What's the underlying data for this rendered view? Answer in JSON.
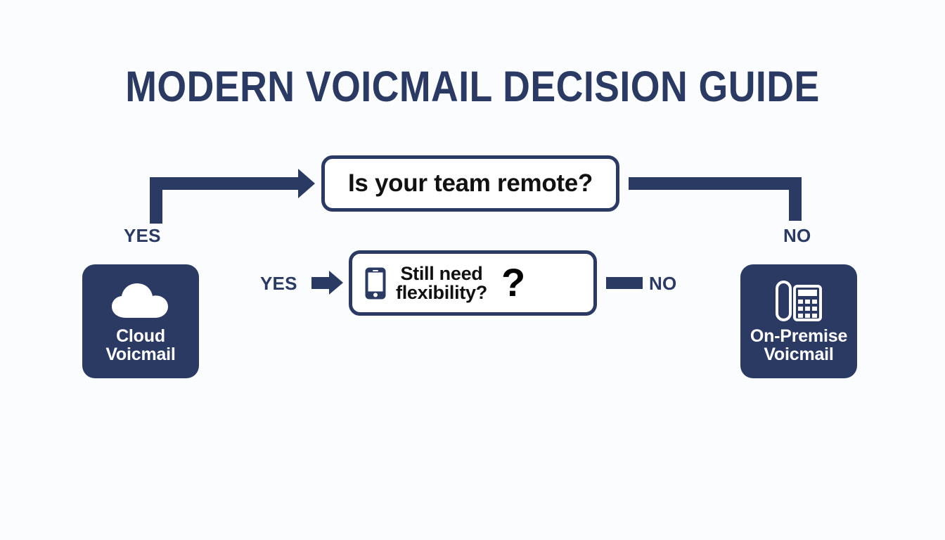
{
  "page": {
    "title": "MODERN VOICMAIL DECISION GUIDE",
    "background_color": "#fbfcfd",
    "accent_color": "#2b3a63",
    "text_color": "#111111"
  },
  "flow": {
    "decisions": [
      {
        "id": "is-team-remote",
        "question": "Is your team remote?"
      },
      {
        "id": "still-need-flexibility",
        "question_line1": "Still need",
        "question_line2": "flexibility?",
        "glyph": "?",
        "icon": "smartphone-icon"
      }
    ],
    "outcomes": [
      {
        "id": "cloud-voicmail",
        "label_line1": "Cloud",
        "label_line2": "Voicmail",
        "icon": "cloud-icon"
      },
      {
        "id": "on-premise-voicmail",
        "label_line1": "On-Premise",
        "label_line2": "Voicmail",
        "icon": "desk-phone-icon"
      }
    ],
    "edges": [
      {
        "id": "remote-yes",
        "label": "YES"
      },
      {
        "id": "remote-no",
        "label": "NO"
      },
      {
        "id": "flexibility-yes",
        "label": "YES"
      },
      {
        "id": "flexibility-no",
        "label": "NO"
      }
    ]
  }
}
